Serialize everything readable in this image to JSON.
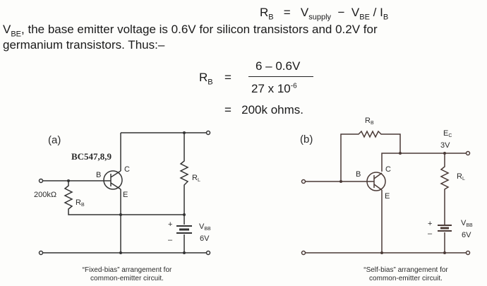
{
  "formula1": {
    "lhs": "R",
    "lhs_sub": "B",
    "eq": "=",
    "v": "V",
    "v_sub": "supply",
    "minus": "−",
    "vbe": "V",
    "vbe_sub": "BE",
    "slash": "/",
    "ib": "I",
    "ib_sub": "B"
  },
  "paragraph": {
    "vbe": "V",
    "vbe_sub": "BE",
    "line1": ", the base emitter voltage is 0.6V for silicon transistors and 0.2V for",
    "line2": "germanium transistors. Thus:–"
  },
  "formula2": {
    "lhs": "R",
    "lhs_sub": "B",
    "eq": "=",
    "numerator": "6 – 0.6V",
    "denominator": "27 x 10",
    "exp": "-6",
    "eq2": "=",
    "result": "200k ohms."
  },
  "circuit_a": {
    "label": "(a)",
    "part": "BC547,8,9",
    "c": "C",
    "b": "B",
    "e": "E",
    "rb_value": "200kΩ",
    "rb": "R",
    "rb_sub": "B",
    "rl": "R",
    "rl_sub": "L",
    "plus": "+",
    "minus": "–",
    "vbb": "V",
    "vbb_sub": "BB",
    "vbb_value": "6V",
    "caption1": "“Fixed-bias” arrangement for",
    "caption2": "common-emitter circuit."
  },
  "circuit_b": {
    "label": "(b)",
    "rb": "R",
    "rb_sub": "B",
    "ec": "E",
    "ec_sub": "C",
    "ec_value": "3V",
    "c": "C",
    "b": "B",
    "e": "E",
    "rl": "R",
    "rl_sub": "L",
    "plus": "+",
    "minus": "–",
    "vbb": "V",
    "vbb_sub": "BB",
    "vbb_value": "6V",
    "caption1": "“Self-bias” arrangement for",
    "caption2": "common-emitter circuit."
  }
}
